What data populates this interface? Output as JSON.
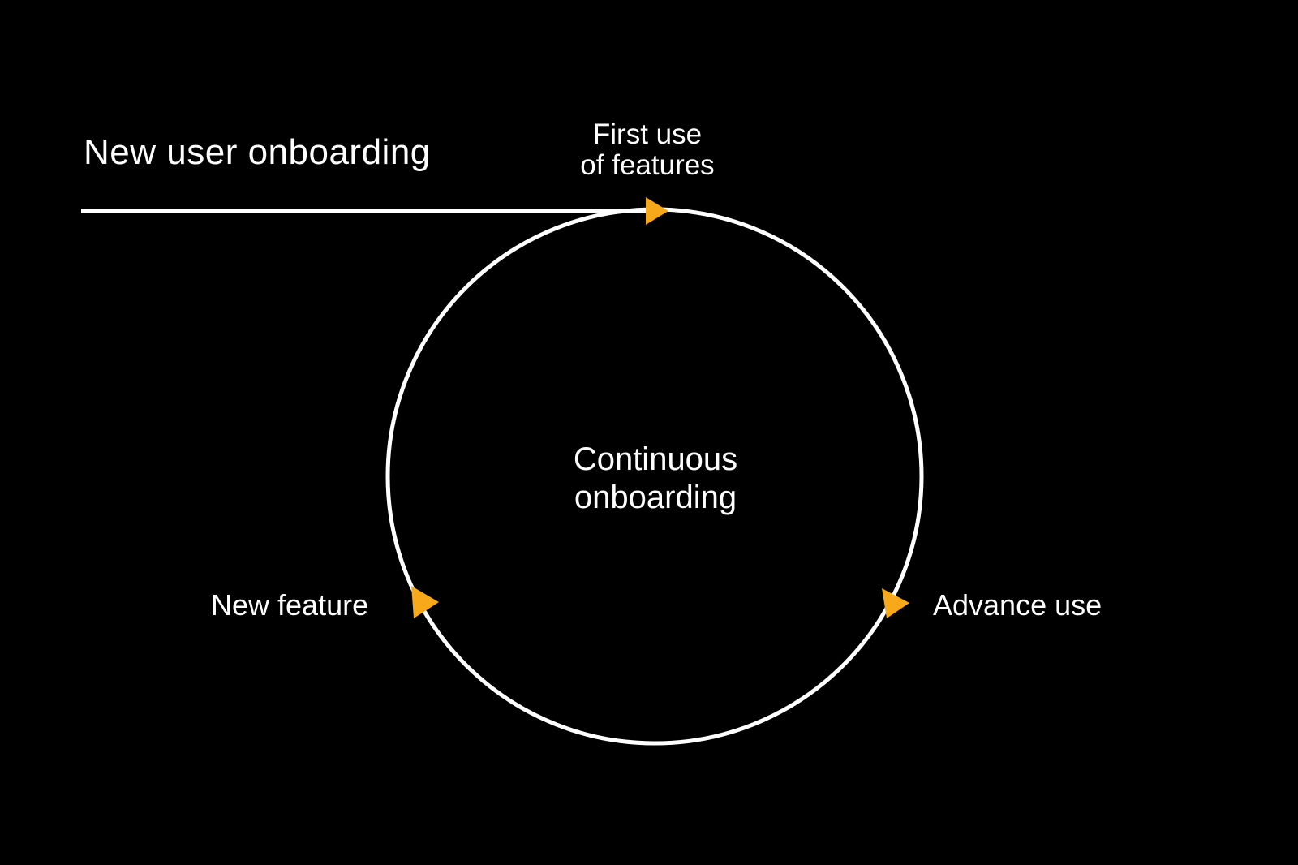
{
  "colors": {
    "background": "#000000",
    "stroke": "#ffffff",
    "text": "#ffffff",
    "accent": "#f7a81b"
  },
  "diagram": {
    "title": "New user onboarding",
    "center_label": "Continuous\nonboarding",
    "nodes": {
      "top": "First use\nof features",
      "right": "Advance use",
      "left": "New feature"
    },
    "icons": [
      "flow-arrow-icon",
      "flow-arrow-icon",
      "flow-arrow-icon"
    ]
  }
}
